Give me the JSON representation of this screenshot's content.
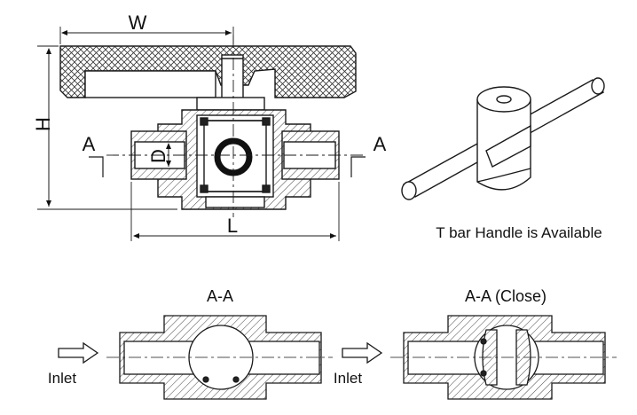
{
  "dimensions": {
    "width_label": "W",
    "height_label": "H",
    "length_label": "L",
    "diameter_label": "D"
  },
  "section_markers": {
    "left": "A",
    "right": "A"
  },
  "handle_note": "T bar Handle is Available",
  "sections": [
    {
      "title": "A-A",
      "inlet_label": "Inlet"
    },
    {
      "title": "A-A (Close)",
      "inlet_label": "Inlet"
    }
  ],
  "colors": {
    "line": "#1a1a1a",
    "hatch": "#555555",
    "background": "#ffffff"
  }
}
